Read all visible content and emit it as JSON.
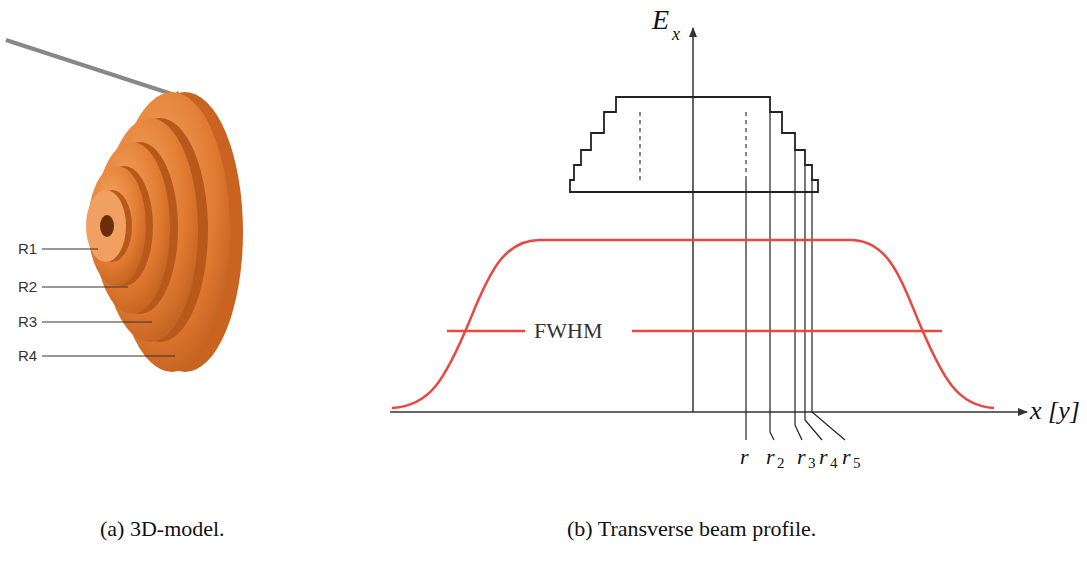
{
  "diagram": {
    "labels": [
      "R1",
      "R2",
      "R3",
      "R4",
      "E",
      "x",
      "FWHM",
      "r",
      "r",
      "2",
      "r",
      "3",
      "r",
      "4",
      "r",
      "5",
      "x [y]",
      "(a) 3D-model.",
      "(b) Transverse beam profile."
    ]
  }
}
